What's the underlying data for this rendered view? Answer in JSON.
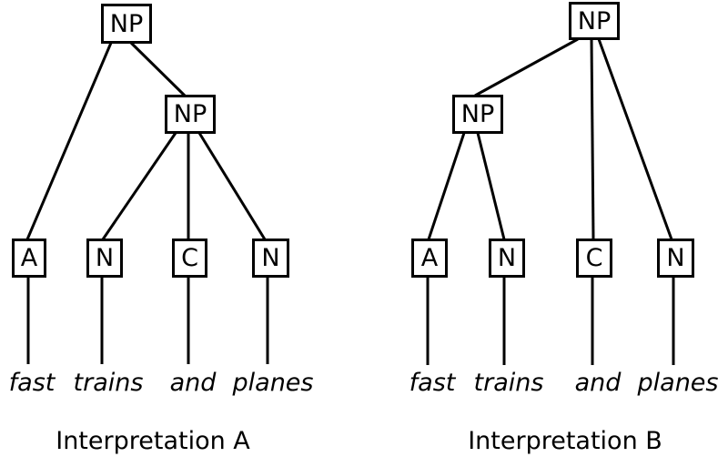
{
  "colors": {
    "ink": "#000000",
    "background": "#ffffff"
  },
  "trees": [
    {
      "caption": "Interpretation A",
      "root_label": "NP",
      "inner_label": "NP",
      "leaves": [
        {
          "label": "A",
          "word": "fast"
        },
        {
          "label": "N",
          "word": "trains"
        },
        {
          "label": "C",
          "word": "and"
        },
        {
          "label": "N",
          "word": "planes"
        }
      ]
    },
    {
      "caption": "Interpretation B",
      "root_label": "NP",
      "inner_label": "NP",
      "leaves": [
        {
          "label": "A",
          "word": "fast"
        },
        {
          "label": "N",
          "word": "trains"
        },
        {
          "label": "C",
          "word": "and"
        },
        {
          "label": "N",
          "word": "planes"
        }
      ]
    }
  ]
}
